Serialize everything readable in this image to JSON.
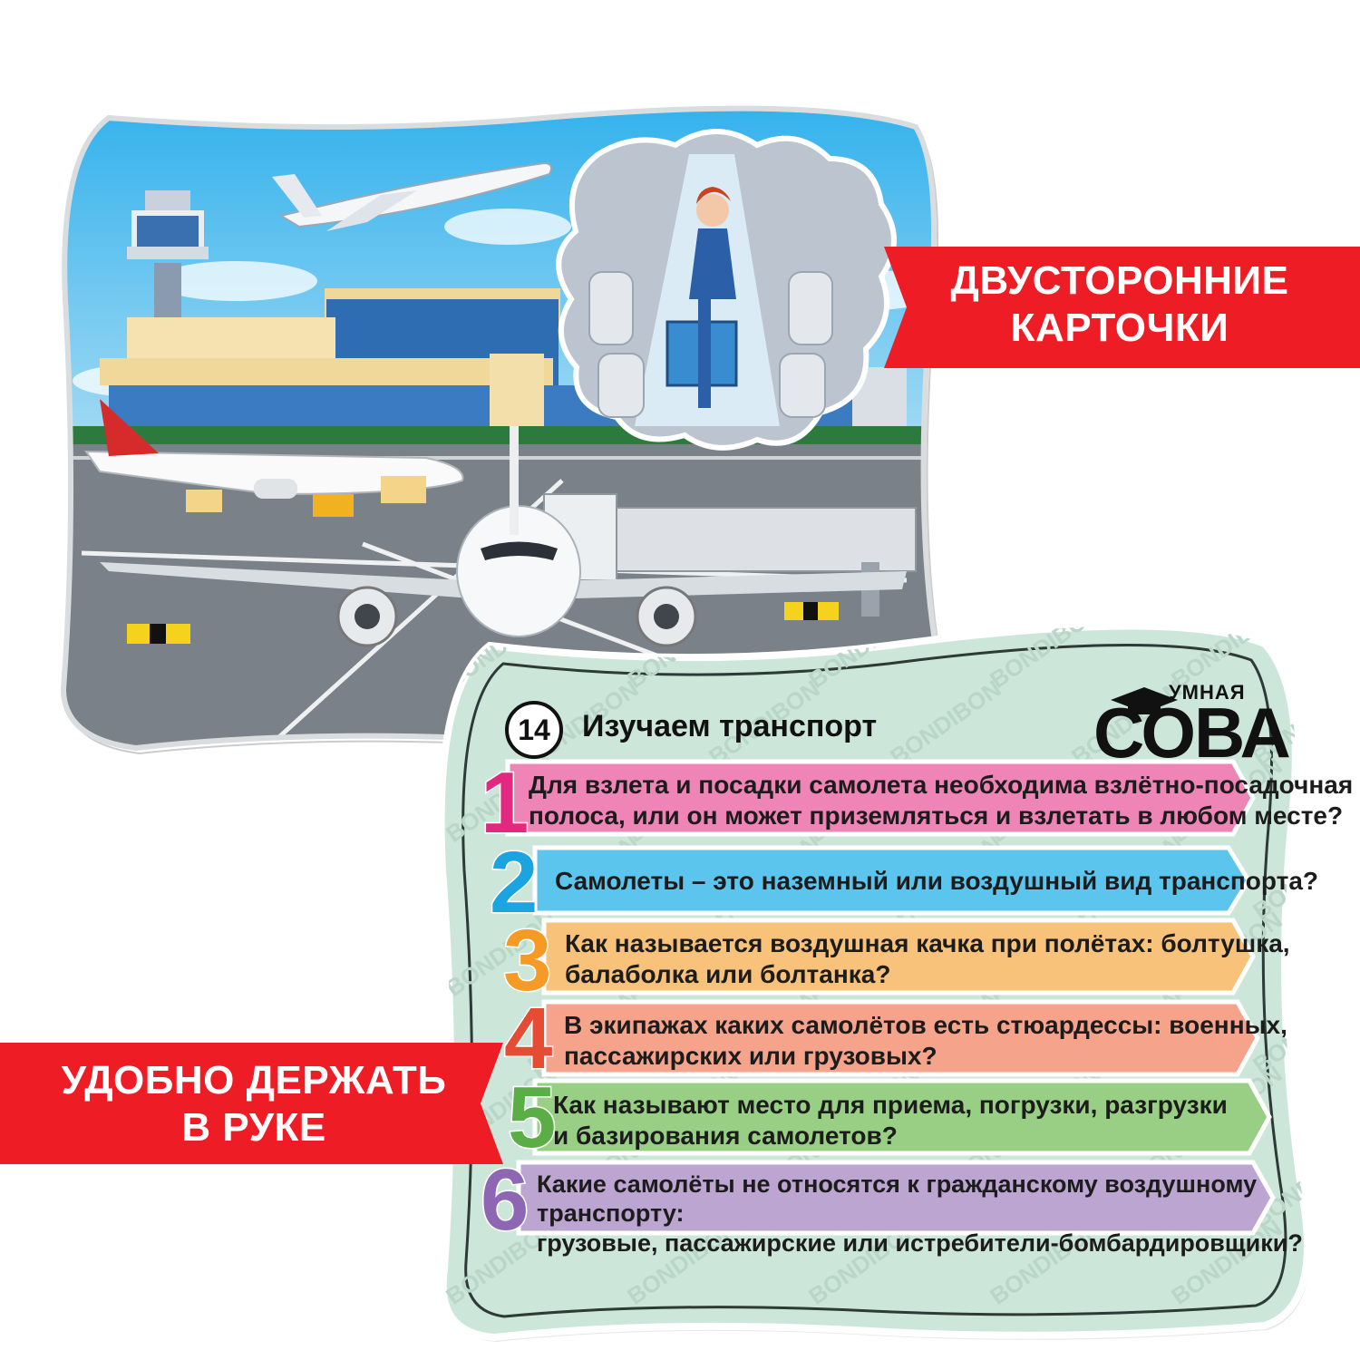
{
  "banners": {
    "top": {
      "line1": "ДВУСТОРОННИЕ",
      "line2": "КАРТОЧКИ"
    },
    "bottom": {
      "line1": "УДОБНО ДЕРЖАТЬ",
      "line2": "В РУКЕ"
    }
  },
  "card": {
    "number": "14",
    "title": "Изучаем транспорт",
    "brand_small": "УМНАЯ",
    "brand_main": "СОВА",
    "watermark": "BONDIBON",
    "questions": [
      {
        "num": "1",
        "lines": [
          "Для взлета и посадки самолета необходима взлётно-посадочная",
          "полоса, или он может приземляться и взлетать в любом месте?"
        ],
        "color": "#ef84b6",
        "num_color": "#e3297f"
      },
      {
        "num": "2",
        "lines": [
          "Самолеты – это наземный или воздушный вид транспорта?"
        ],
        "color": "#5bc5ee",
        "num_color": "#1ba4df"
      },
      {
        "num": "3",
        "lines": [
          "Как называется воздушная качка при полётах: болтушка,",
          "балаболка или болтанка?"
        ],
        "color": "#f8c27a",
        "num_color": "#f59a24"
      },
      {
        "num": "4",
        "lines": [
          "В экипажах каких самолётов есть стюардессы: военных,",
          "пассажирских или грузовых?"
        ],
        "color": "#f6a38c",
        "num_color": "#e64b34"
      },
      {
        "num": "5",
        "lines": [
          "Как называют место для приема, погрузки, разгрузки",
          "и базирования самолетов?"
        ],
        "color": "#99cf85",
        "num_color": "#5aae45"
      },
      {
        "num": "6",
        "lines": [
          "Какие самолёты не относятся к гражданскому воздушному транспорту:",
          "грузовые, пассажирские или истребители-бомбардировщики?"
        ],
        "color": "#bda5d2",
        "num_color": "#8d67b3"
      }
    ]
  },
  "colors": {
    "banner_red": "#ee1c24",
    "card_back": "#cfe7dc",
    "sky": "#5ec4f0"
  }
}
